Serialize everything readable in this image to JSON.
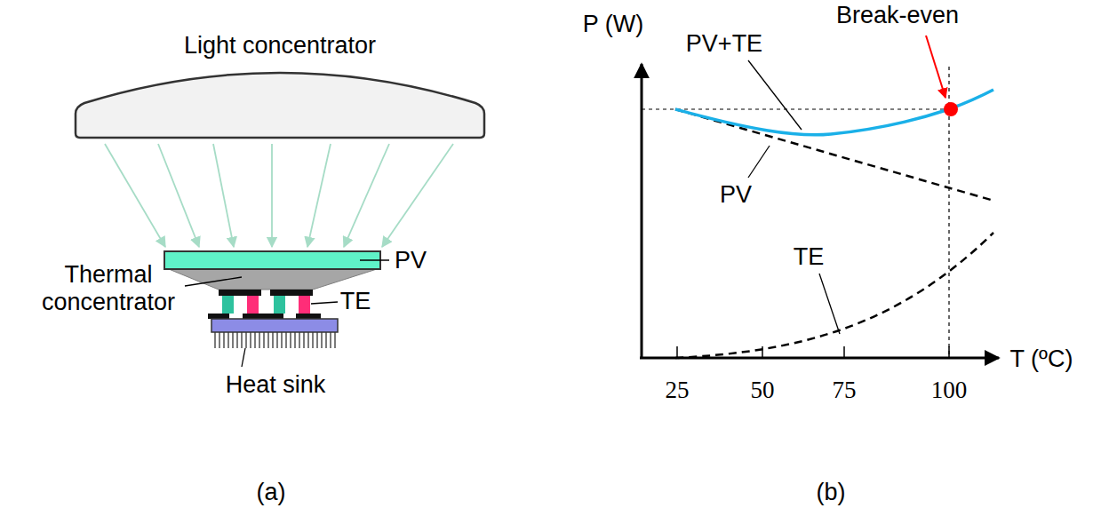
{
  "diagram": {
    "labels": [
      "Light concentrator",
      "PV",
      "Thermal concentrator",
      "TE",
      "Heat sink",
      "(a)",
      "P (W)",
      "Break-even",
      "PV+TE",
      "PV",
      "TE",
      "25",
      "50",
      "75",
      "100",
      "T (ºC)",
      "(b)"
    ]
  }
}
